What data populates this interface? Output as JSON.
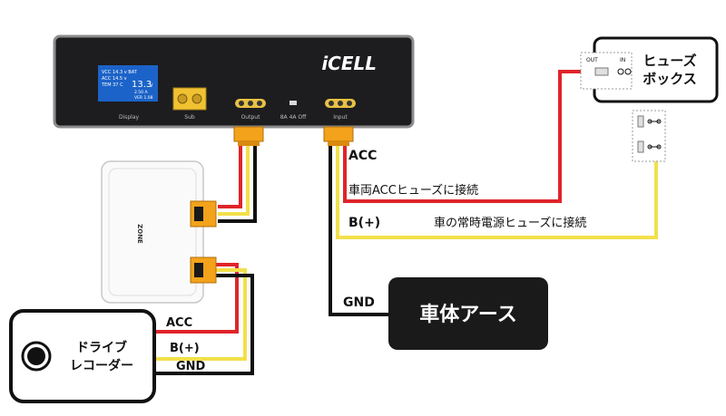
{
  "device": {
    "logo": "iCELL",
    "screen_lines": [
      "VCC 14.3 v BAT",
      "ACC 14.5 v",
      "TEM 37 C"
    ],
    "screen_big": "13.3",
    "screen_big_unit": "V",
    "screen_small_1": "2.50 A",
    "screen_small_2": "VER 1.08",
    "port_labels": [
      "Display",
      "Sub",
      "Output",
      "8A  4A  Off",
      "Input"
    ]
  },
  "zone_box": {
    "label": "ZONE"
  },
  "fuse_box": {
    "title_line1": "ヒューズ",
    "title_line2": "ボックス",
    "out": "OUT",
    "in": "IN"
  },
  "recorder": {
    "line1": "ドライブ",
    "line2": "レコーダー",
    "acc": "ACC",
    "b": "B(+)",
    "gnd": "GND"
  },
  "input_wires": {
    "acc": "ACC",
    "acc_note": "車両ACCヒューズに接続",
    "b": "B(+)",
    "b_note": "車の常時電源ヒューズに接続",
    "gnd": "GND"
  },
  "ground": {
    "label": "車体アース"
  },
  "colors": {
    "red": "#e0242a",
    "yellow": "#f2e04a",
    "black": "#111111",
    "connector": "#f3a21b",
    "screen": "#1c63c9"
  }
}
